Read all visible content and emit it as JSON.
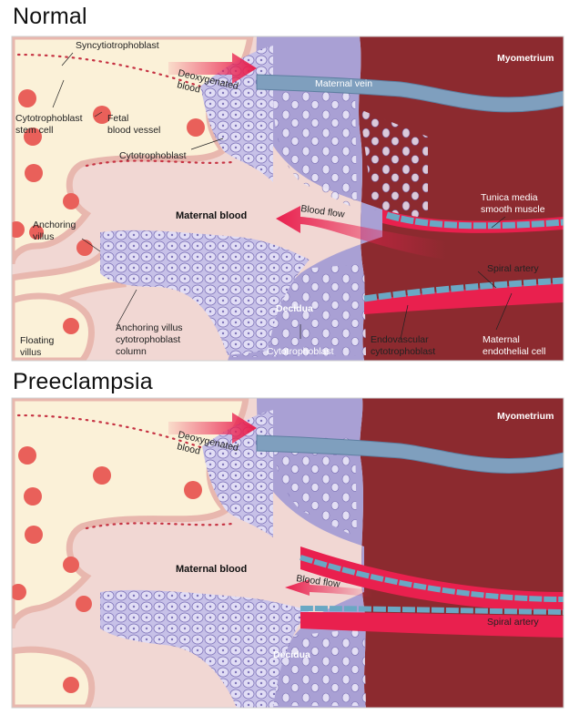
{
  "panels": [
    {
      "title": "Normal",
      "labels": {
        "syncytiotrophoblast": "Syncytiotrophoblast",
        "deoxygenated_line1": "Deoxygenated",
        "deoxygenated_line2": "blood",
        "myometrium": "Myometrium",
        "maternal_vein": "Maternal vein",
        "ct_stem_line1": "Cytotrophoblast",
        "ct_stem_line2": "stem cell",
        "fetal_line1": "Fetal",
        "fetal_line2": "blood vessel",
        "cytotrophoblast_top": "Cytotrophoblast",
        "maternal_blood": "Maternal blood",
        "blood_flow": "Blood flow",
        "tunica_line1": "Tunica media",
        "tunica_line2": "smooth muscle",
        "anchoring_line1": "Anchoring",
        "anchoring_line2": "villus",
        "spiral_artery": "Spiral artery",
        "decidua": "Decidua",
        "floating_line1": "Floating",
        "floating_line2": "villus",
        "column_line1": "Anchoring villus",
        "column_line2": "cytotrophoblast",
        "column_line3": "column",
        "cytotrophoblast_bottom": "Cytotrophoblast",
        "endovascular_line1": "Endovascular",
        "endovascular_line2": "cytotrophoblast",
        "endothelial_line1": "Maternal",
        "endothelial_line2": "endothelial cell"
      }
    },
    {
      "title": "Preeclampsia",
      "labels": {
        "deoxygenated_line1": "Deoxygenated",
        "deoxygenated_line2": "blood",
        "myometrium": "Myometrium",
        "maternal_blood": "Maternal blood",
        "blood_flow": "Blood flow",
        "spiral_artery": "Spiral artery",
        "decidua": "Decidua"
      }
    }
  ],
  "colors": {
    "myometrium": "#8c2a2f",
    "decidua": "#a9a0d4",
    "maternal_blood": "#f1d7d3",
    "villus": "#fbf1d8",
    "syncytio": "#e8b7ae",
    "fetal_vessel": "#e9605a",
    "artery_red": "#e9204e",
    "endothelium": "#b9e3f2",
    "vein": "#7f9fbe",
    "cells": "#d6d2f0"
  }
}
